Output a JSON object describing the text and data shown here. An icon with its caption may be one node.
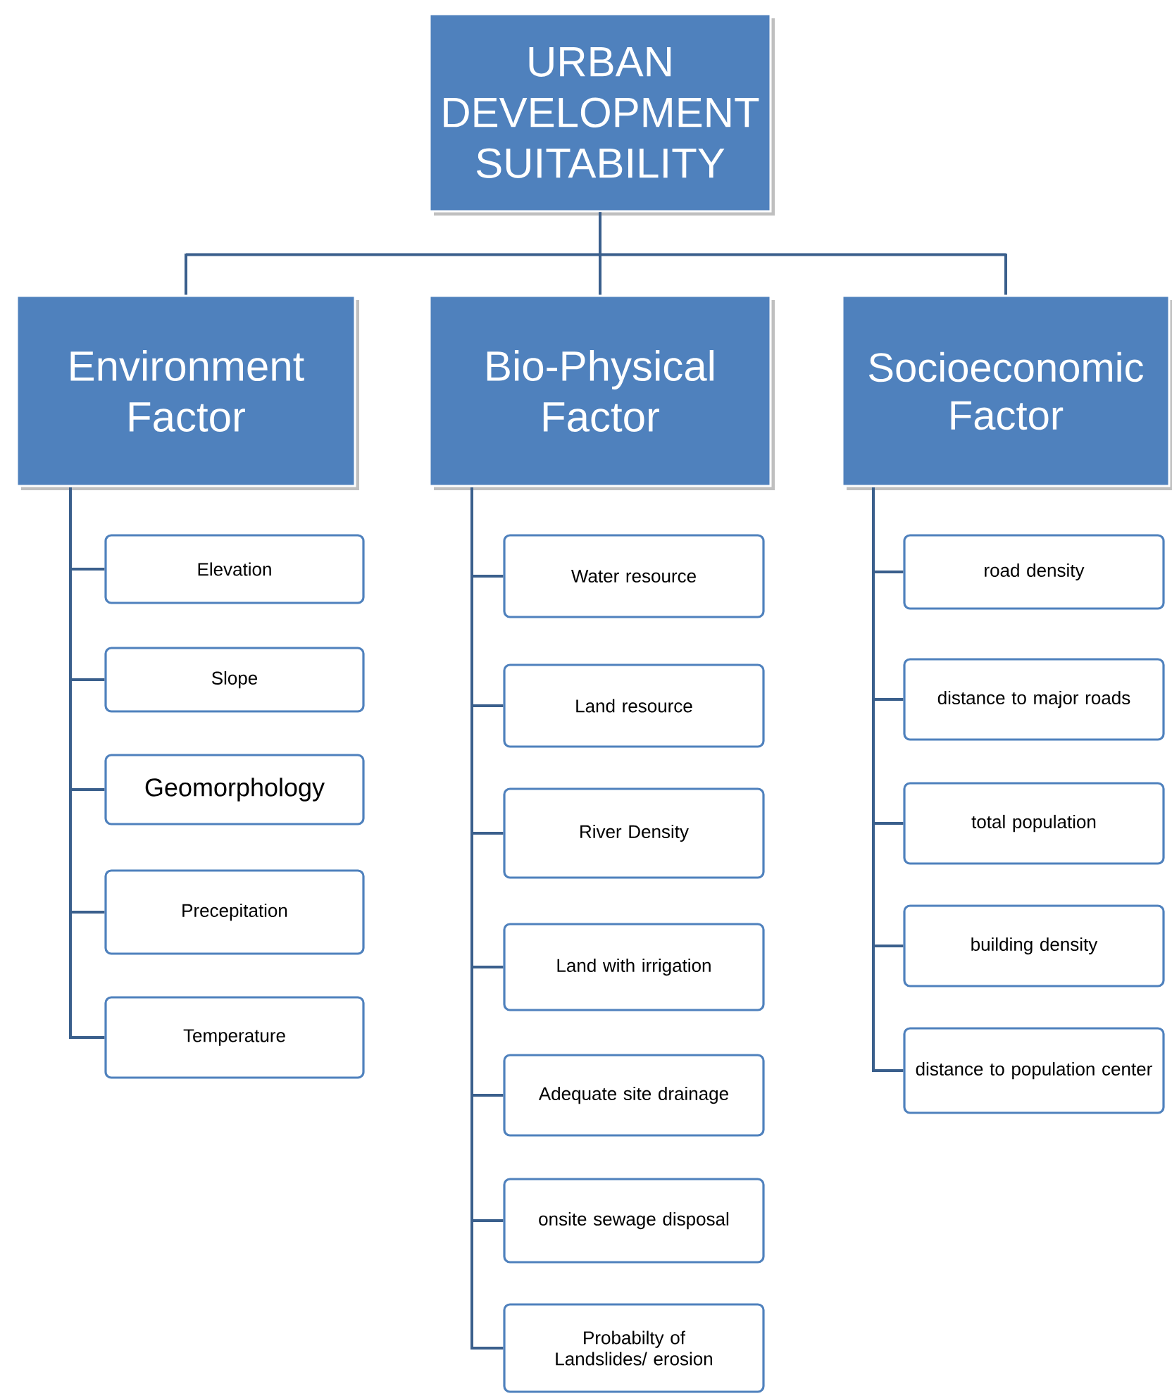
{
  "diagram": {
    "nodes": [
      {
        "text": [
          "URBAN DEVELOPMENT SUITABILITY"
        ]
      },
      {
        "text": [
          "Environment Factor"
        ]
      },
      {
        "text": [
          "Bio-Physical Factor"
        ]
      },
      {
        "text": [
          "Socioeconomic Factor"
        ]
      },
      {
        "text": [
          "Elevation"
        ]
      },
      {
        "text": [
          "Slope"
        ]
      },
      {
        "text": [
          "Geomorphology"
        ]
      },
      {
        "text": [
          "Precepitation"
        ]
      },
      {
        "text": [
          "Temperature"
        ]
      },
      {
        "text": [
          "Water resource"
        ]
      },
      {
        "text": [
          "Land resource"
        ]
      },
      {
        "text": [
          "River Density"
        ]
      },
      {
        "text": [
          "Land with irrigation"
        ]
      },
      {
        "text": [
          "Adequate site drainage"
        ]
      },
      {
        "text": [
          "onsite sewage disposal"
        ]
      },
      {
        "text": [
          "Probabilty of Landslides/ erosion"
        ]
      },
      {
        "text": [
          "road density"
        ]
      },
      {
        "text": [
          "distance to major roads"
        ]
      },
      {
        "text": [
          "total population"
        ]
      },
      {
        "text": [
          "building density"
        ]
      },
      {
        "text": [
          "distance to population center"
        ]
      }
    ],
    "edges": [
      {
        "from": 0,
        "to": 1,
        "arrow": "none"
      },
      {
        "from": 0,
        "to": 2,
        "arrow": "none"
      },
      {
        "from": 0,
        "to": 3,
        "arrow": "none"
      },
      {
        "from": 1,
        "to": 4,
        "arrow": "none"
      },
      {
        "from": 1,
        "to": 5,
        "arrow": "none"
      },
      {
        "from": 1,
        "to": 6,
        "arrow": "none"
      },
      {
        "from": 1,
        "to": 7,
        "arrow": "none"
      },
      {
        "from": 1,
        "to": 8,
        "arrow": "none"
      },
      {
        "from": 2,
        "to": 9,
        "arrow": "none"
      },
      {
        "from": 2,
        "to": 10,
        "arrow": "none"
      },
      {
        "from": 2,
        "to": 11,
        "arrow": "none"
      },
      {
        "from": 2,
        "to": 12,
        "arrow": "none"
      },
      {
        "from": 2,
        "to": 13,
        "arrow": "none"
      },
      {
        "from": 2,
        "to": 14,
        "arrow": "none"
      },
      {
        "from": 2,
        "to": 15,
        "arrow": "none"
      },
      {
        "from": 3,
        "to": 16,
        "arrow": "none"
      },
      {
        "from": 3,
        "to": 17,
        "arrow": "none"
      },
      {
        "from": 3,
        "to": 18,
        "arrow": "none"
      },
      {
        "from": 3,
        "to": 19,
        "arrow": "none"
      },
      {
        "from": 3,
        "to": 20,
        "arrow": "none"
      }
    ]
  }
}
